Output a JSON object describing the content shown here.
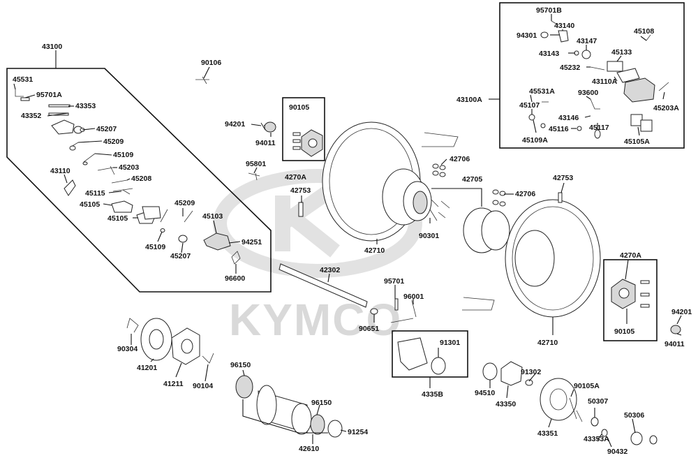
{
  "watermark": {
    "brand": "KYMCO"
  },
  "labels": {
    "p43100": "43100",
    "p45531": "45531",
    "p95701A": "95701A",
    "p43353": "43353",
    "p43352": "43352",
    "p45207a": "45207",
    "p45209a": "45209",
    "p45109a": "45109",
    "p45203": "45203",
    "p43110": "43110",
    "p45208": "45208",
    "p45115": "45115",
    "p45105a": "45105",
    "p45105b": "45105",
    "p45109b": "45109",
    "p45209b": "45209",
    "p45207b": "45207",
    "p45103": "45103",
    "p94251": "94251",
    "p96600": "96600",
    "p90106": "90106",
    "p94201a": "94201",
    "p94011a": "94011",
    "p90105a": "90105",
    "p4270Aa": "4270A",
    "p95801": "95801",
    "p42753a": "42753",
    "p42710a": "42710",
    "p42706a": "42706",
    "p42705": "42705",
    "p42706b": "42706",
    "p90301": "90301",
    "p42753b": "42753",
    "p4270Ab": "4270A",
    "p90105b": "90105",
    "p94201b": "94201",
    "p94011b": "94011",
    "p42710b": "42710",
    "p42302": "42302",
    "p95701": "95701",
    "p96001": "96001",
    "p90651": "90651",
    "p91301": "91301",
    "p4335B": "4335B",
    "p94510": "94510",
    "p43350": "43350",
    "p91302": "91302",
    "p90105A": "90105A",
    "p50307": "50307",
    "p50306": "50306",
    "p43351": "43351",
    "p43353A": "43353A",
    "p90432": "90432",
    "p90304": "90304",
    "p41201": "41201",
    "p41211": "41211",
    "p90104": "90104",
    "p96150a": "96150",
    "p96150b": "96150",
    "p42610": "42610",
    "p91254": "91254",
    "p95701B": "95701B",
    "p94301": "94301",
    "p43140": "43140",
    "p43147": "43147",
    "p43143": "43143",
    "p45108": "45108",
    "p45133": "45133",
    "p45232": "45232",
    "p43110A": "43110A",
    "p43100A": "43100A",
    "p45531A": "45531A",
    "p93600": "93600",
    "p45107": "45107",
    "p43146": "43146",
    "p45116": "45116",
    "p45117": "45117",
    "p45109A": "45109A",
    "p45105A": "45105A",
    "p45203A": "45203A"
  }
}
